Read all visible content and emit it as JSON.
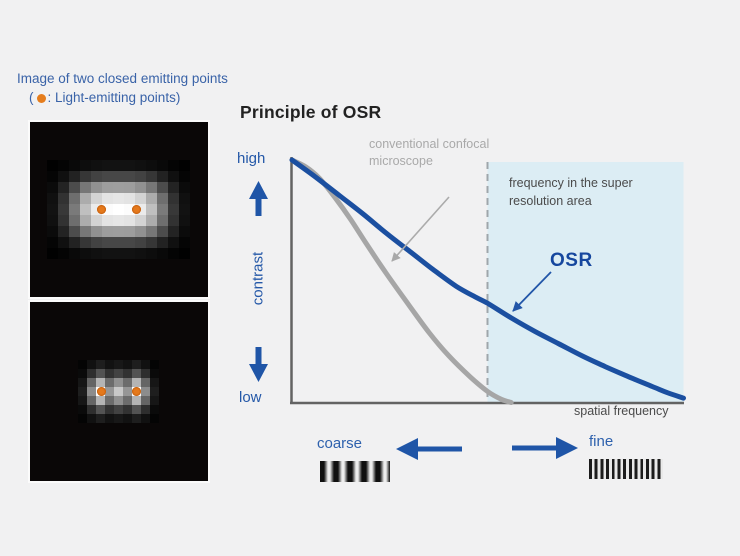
{
  "colors": {
    "background": "#f1f1f2",
    "accent_blue": "#1b4fa0",
    "label_blue": "#2e61ad",
    "caption_blue": "#3a63a8",
    "gray_curve": "#a6a6a6",
    "axis_gray": "#666666",
    "dark_text": "#4b4b4b",
    "super_res_fill": "#dcedf4",
    "orange_dot": "#e5791c"
  },
  "left_panel": {
    "caption_line1": "Image of two closed emitting points",
    "caption_line2_prefix": "(",
    "caption_dot": "",
    "caption_line2_suffix": ": Light-emitting points)",
    "squares": [
      {
        "name": "conventional-unresolved-image",
        "matrix": [
          [
            1,
            4,
            9,
            13,
            16,
            18,
            18,
            18,
            16,
            13,
            9,
            4,
            1
          ],
          [
            5,
            16,
            34,
            54,
            66,
            71,
            71,
            71,
            66,
            54,
            34,
            16,
            5
          ],
          [
            11,
            35,
            76,
            119,
            145,
            157,
            158,
            157,
            145,
            119,
            76,
            35,
            11
          ],
          [
            16,
            50,
            110,
            172,
            211,
            227,
            230,
            227,
            211,
            172,
            110,
            50,
            16
          ],
          [
            18,
            56,
            122,
            191,
            235,
            252,
            255,
            252,
            235,
            191,
            122,
            56,
            18
          ],
          [
            16,
            50,
            110,
            172,
            211,
            227,
            230,
            227,
            211,
            172,
            110,
            50,
            16
          ],
          [
            11,
            35,
            76,
            119,
            145,
            157,
            158,
            157,
            145,
            119,
            76,
            35,
            11
          ],
          [
            5,
            16,
            34,
            54,
            66,
            71,
            71,
            71,
            66,
            54,
            34,
            16,
            5
          ],
          [
            1,
            4,
            9,
            13,
            16,
            18,
            18,
            18,
            16,
            13,
            9,
            4,
            1
          ]
        ]
      },
      {
        "name": "osr-resolved-image",
        "matrix": [
          [
            4,
            17,
            30,
            18,
            24,
            18,
            30,
            17,
            4
          ],
          [
            10,
            46,
            83,
            50,
            66,
            50,
            83,
            46,
            10
          ],
          [
            22,
            101,
            180,
            108,
            144,
            108,
            180,
            101,
            22
          ],
          [
            30,
            140,
            250,
            150,
            200,
            150,
            250,
            140,
            30
          ],
          [
            22,
            101,
            180,
            108,
            144,
            108,
            180,
            101,
            22
          ],
          [
            10,
            46,
            83,
            50,
            66,
            50,
            83,
            46,
            10
          ],
          [
            4,
            17,
            30,
            18,
            24,
            18,
            30,
            17,
            4
          ]
        ]
      }
    ]
  },
  "chart": {
    "title": "Principle of OSR",
    "y_high": "high",
    "y_low": "low",
    "y_label": "contrast",
    "x_label": "spatial frequency",
    "gray_label_line1": "conventional confocal",
    "gray_label_line2": "microscope",
    "region_label_line1": "frequency in the super",
    "region_label_line2": "resolution area",
    "osr_label": "OSR",
    "coarse_label": "coarse",
    "fine_label": "fine"
  },
  "chart_data": {
    "type": "line",
    "title": "Principle of OSR",
    "xlabel": "spatial frequency",
    "ylabel": "contrast",
    "x_axis": {
      "min_label": "coarse",
      "max_label": "fine",
      "range": [
        0,
        1
      ]
    },
    "y_axis": {
      "min_label": "low",
      "max_label": "high",
      "range": [
        0,
        1
      ]
    },
    "grid": false,
    "legend_position": "inline-annotations",
    "super_resolution_region": {
      "x_start": 0.5,
      "x_end": 1.0,
      "label": "frequency in the super resolution area"
    },
    "series": [
      {
        "name": "conventional",
        "label": "conventional confocal microscope",
        "color": "#a6a6a6",
        "points": [
          [
            0,
            1
          ],
          [
            0.035,
            0.972
          ],
          [
            0.07,
            0.925
          ],
          [
            0.11,
            0.845
          ],
          [
            0.15,
            0.755
          ],
          [
            0.19,
            0.655
          ],
          [
            0.24,
            0.535
          ],
          [
            0.3,
            0.4
          ],
          [
            0.35,
            0.29
          ],
          [
            0.4,
            0.195
          ],
          [
            0.455,
            0.108
          ],
          [
            0.5,
            0.047
          ],
          [
            0.535,
            0.015
          ],
          [
            0.56,
            0.002
          ]
        ]
      },
      {
        "name": "osr",
        "label": "OSR",
        "color": "#1b4fa0",
        "points": [
          [
            0,
            1
          ],
          [
            0.06,
            0.93
          ],
          [
            0.12,
            0.855
          ],
          [
            0.18,
            0.78
          ],
          [
            0.24,
            0.7
          ],
          [
            0.3,
            0.625
          ],
          [
            0.36,
            0.55
          ],
          [
            0.42,
            0.48
          ],
          [
            0.47,
            0.435
          ],
          [
            0.5,
            0.41
          ],
          [
            0.56,
            0.35
          ],
          [
            0.62,
            0.295
          ],
          [
            0.68,
            0.245
          ],
          [
            0.74,
            0.195
          ],
          [
            0.8,
            0.15
          ],
          [
            0.86,
            0.108
          ],
          [
            0.92,
            0.068
          ],
          [
            0.96,
            0.042
          ],
          [
            1,
            0.02
          ]
        ]
      }
    ]
  }
}
